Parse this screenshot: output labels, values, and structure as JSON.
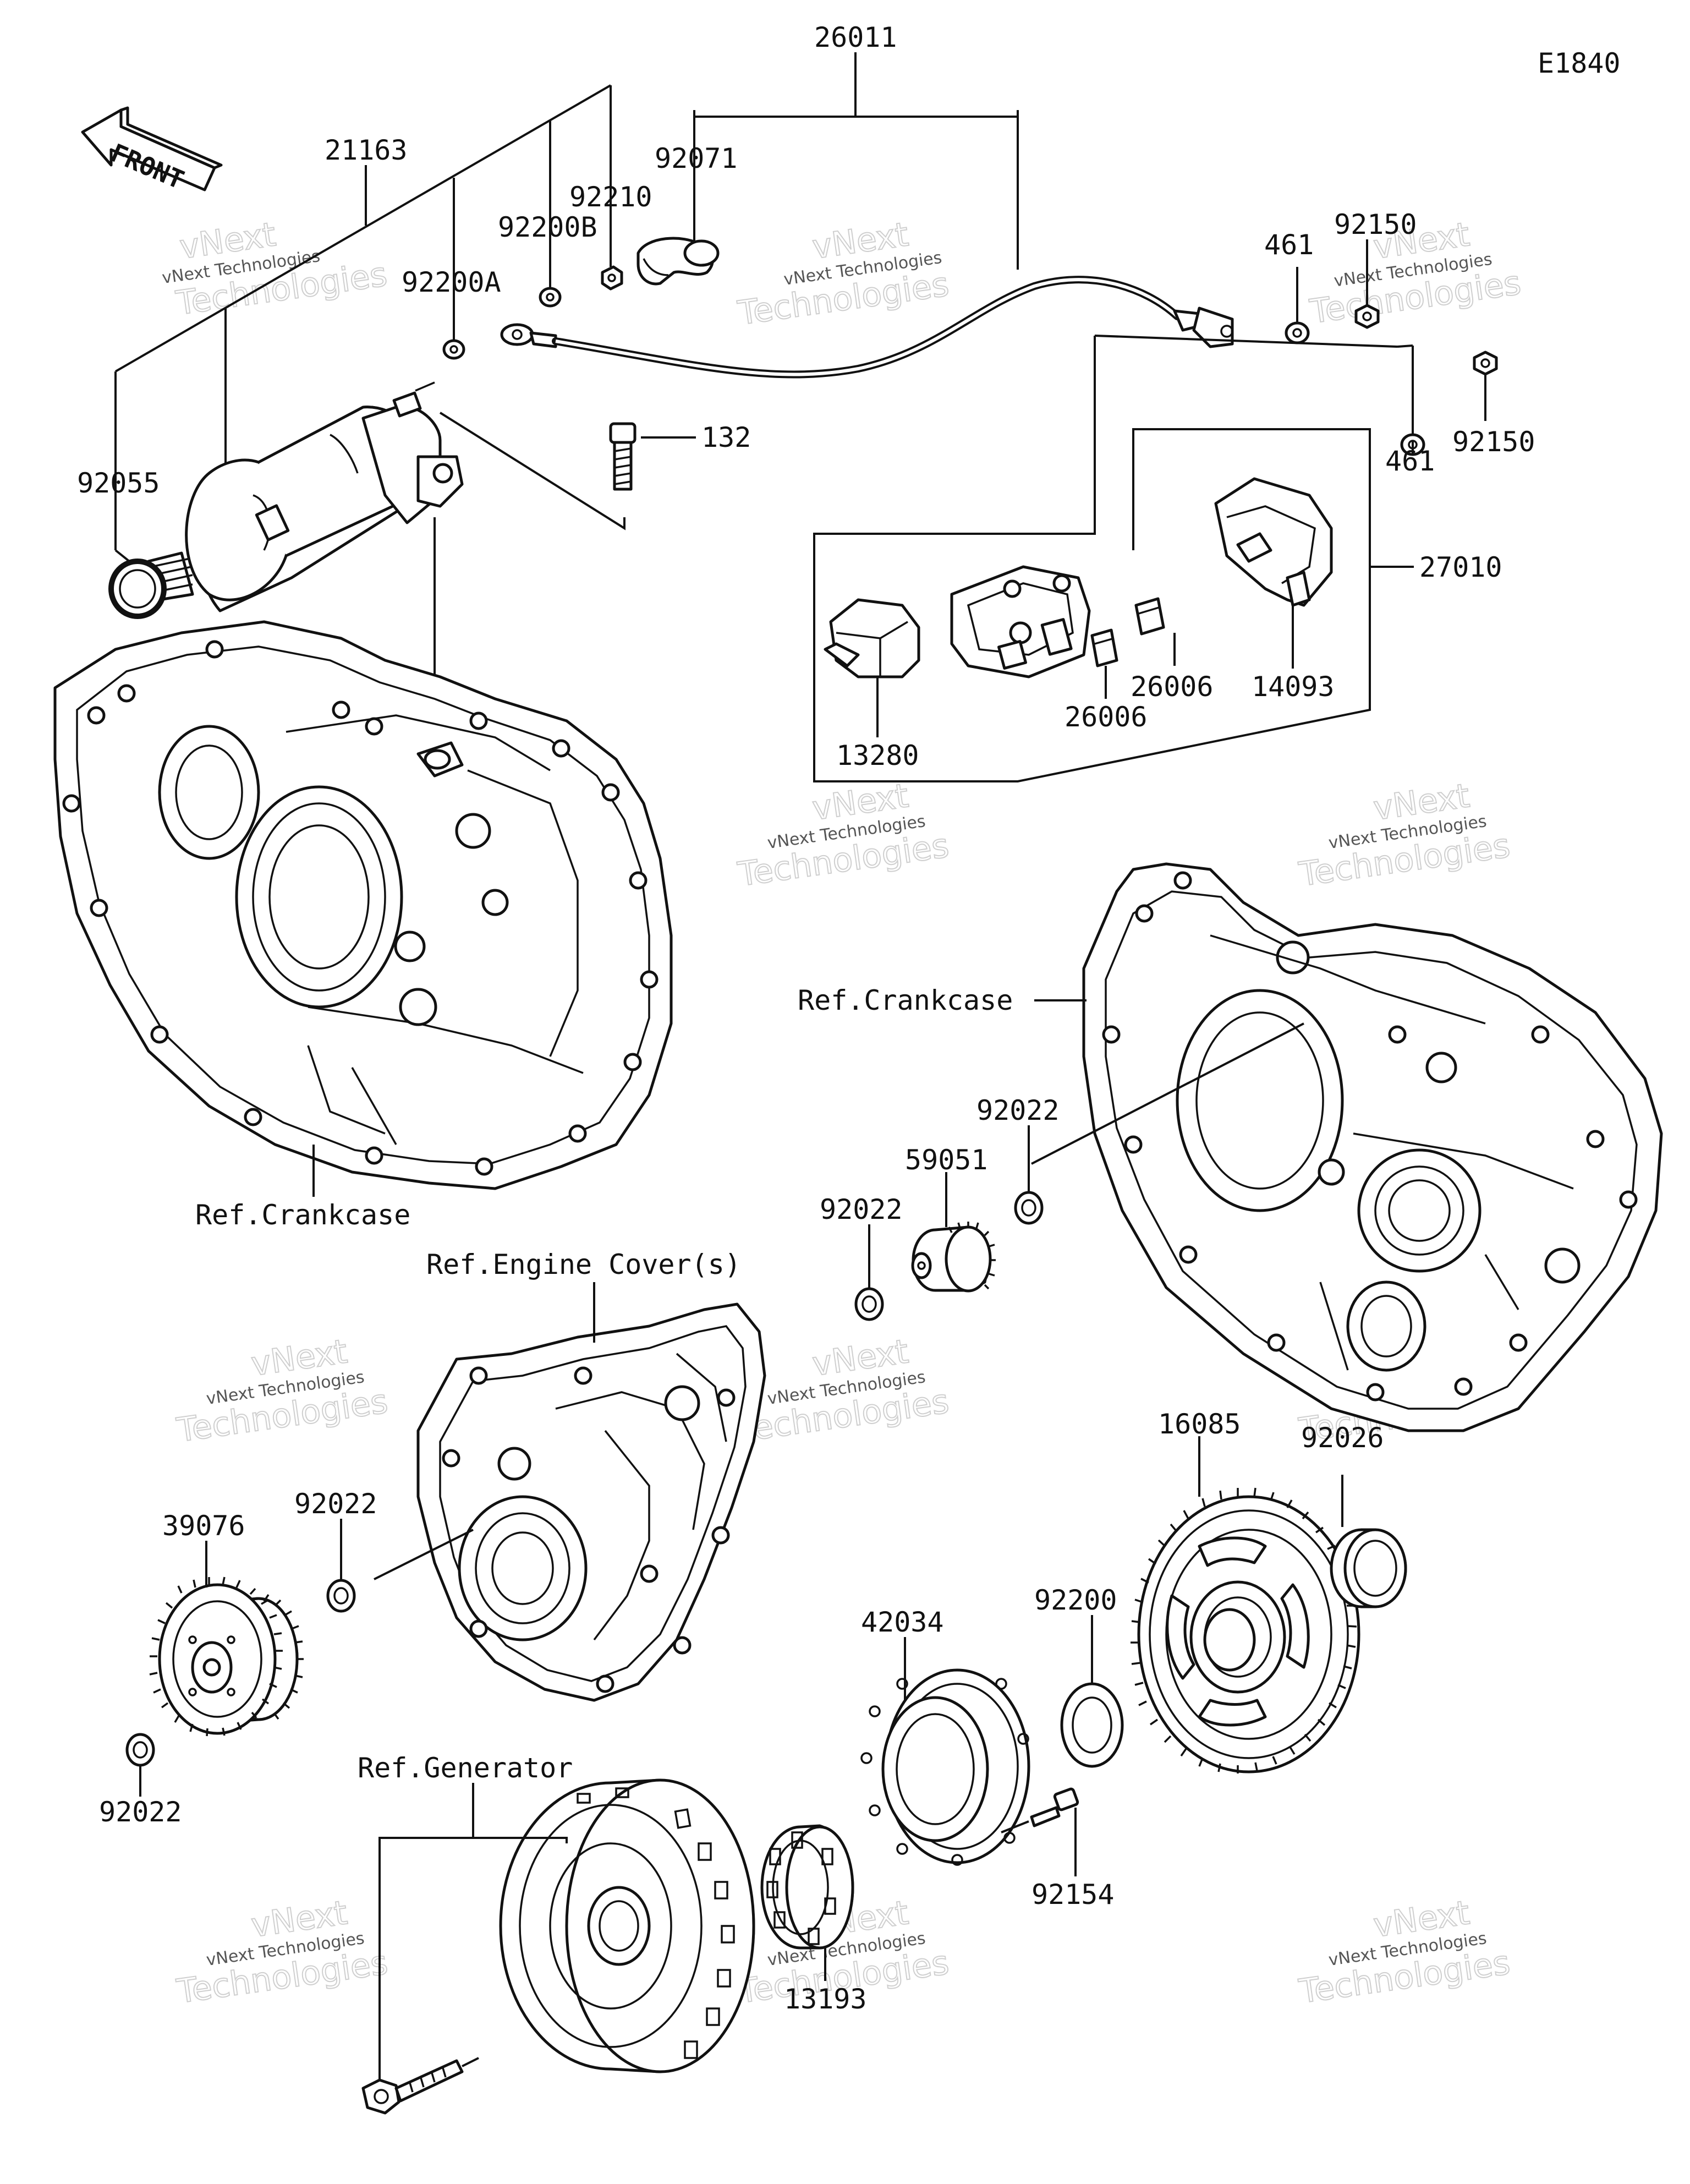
{
  "diagram_code": "E1840",
  "front_arrow_text": "FRONT",
  "watermark": {
    "line1": "vNext",
    "line2": "vNext Technologies",
    "line3": "Technologies"
  },
  "labels": {
    "p26011": "26011",
    "p21163": "21163",
    "p92071": "92071",
    "p92210": "92210",
    "p92200B": "92200B",
    "p92200A": "92200A",
    "p461a": "461",
    "p92150a": "92150",
    "p92150b": "92150",
    "p461b": "461",
    "p92055": "92055",
    "p132": "132",
    "p27010": "27010",
    "p26006a": "26006",
    "p26006b": "26006",
    "p14093": "14093",
    "p13280": "13280",
    "ref_crankcase_left": "Ref.Crankcase",
    "ref_crankcase_right": "Ref.Crankcase",
    "p92022a": "92022",
    "p59051": "59051",
    "p92022b": "92022",
    "ref_engine_cover": "Ref.Engine Cover(s)",
    "p16085": "16085",
    "p92026": "92026",
    "p39076": "39076",
    "p92022c": "92022",
    "p92022d": "92022",
    "p92200": "92200",
    "p42034": "42034",
    "ref_generator": "Ref.Generator",
    "p92154": "92154",
    "p13193": "13193"
  }
}
